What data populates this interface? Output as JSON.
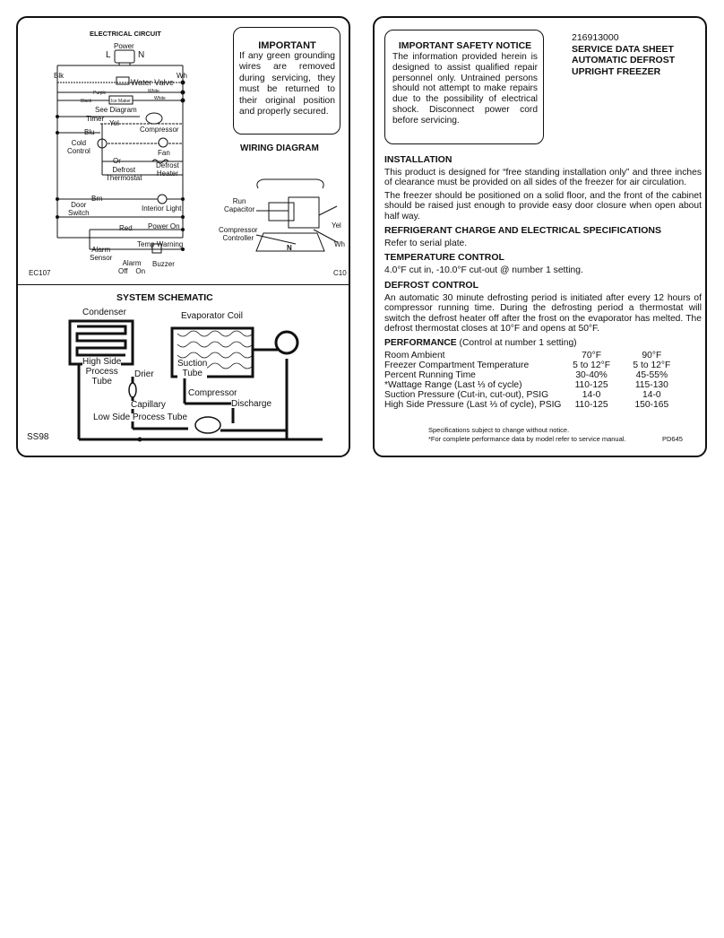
{
  "left": {
    "circuit": {
      "title": "ELECTRICAL CIRCUIT",
      "power": "Power",
      "l": "L",
      "n": "N",
      "blk": "Blk",
      "wh": "Wh",
      "water_valve": "Water Valve",
      "purple": "Purple",
      "black": "Black",
      "white": "White",
      "white2": "White",
      "ice_maker": "Ice Maker",
      "see_diagram": "See Diagram",
      "timer": "Timer",
      "yel": "Yel",
      "blu": "Blu",
      "compressor": "Compressor",
      "cold_control": "Cold\nControl",
      "fan": "Fan",
      "or": "Or",
      "defrost_thermostat": "Defrost\nThermostat",
      "defrost_heater": "Defrost\nHeater",
      "brn": "Brn",
      "door_switch": "Door\nSwitch",
      "interior_light": "Interior Light",
      "power_on": "Power On",
      "red": "Red",
      "temp_warning": "Temp Warning",
      "alarm_sensor": "Alarm\nSensor",
      "alarm_off_on": "Alarm\nOff    On",
      "buzzer": "Buzzer",
      "code_left": "EC107",
      "code_right": "C10"
    },
    "important": {
      "title": "IMPORTANT",
      "body": "If any green grounding wires are removed during servicing, they must be returned to their original position and properly secured."
    },
    "wiring": {
      "title": "WIRING DIAGRAM",
      "run_capacitor": "Run\nCapacitor",
      "compressor_controller": "Compressor\nController",
      "yel": "Yel",
      "wh": "Wh",
      "n": "N"
    },
    "schematic": {
      "title": "SYSTEM SCHEMATIC",
      "condenser": "Condenser",
      "evaporator_coil": "Evaporator Coil",
      "high_side_process_tube": "High Side\nProcess\nTube",
      "drier": "Drier",
      "suction_tube": "Suction\nTube",
      "compressor": "Compressor",
      "capillary": "Capillary",
      "discharge": "Discharge",
      "low_side_process_tube": "Low Side Process Tube",
      "code": "SS98"
    }
  },
  "right": {
    "safety": {
      "title": "IMPORTANT SAFETY NOTICE",
      "body": "The information provided herein is designed to assist qualified repair personnel only. Untrained persons should not attempt to make repairs due to the possibility of electrical shock. Disconnect power cord before servicing."
    },
    "header": {
      "part_number": "216913000",
      "line1": "SERVICE DATA SHEET",
      "line2": "AUTOMATIC DEFROST",
      "line3": "UPRIGHT FREEZER"
    },
    "installation": {
      "title": "INSTALLATION",
      "p1": "This product is designed for “free standing installation only” and three inches of clearance must be provided on all sides of the freezer for air circulation.",
      "p2": "The freezer should be positioned on a solid floor, and the front of the cabinet should be raised just enough to provide easy door closure when open about half way."
    },
    "refrigerant": {
      "title": "REFRIGERANT CHARGE AND ELECTRICAL SPECIFICATIONS",
      "body": "Refer to serial plate."
    },
    "temperature": {
      "title": "TEMPERATURE CONTROL",
      "body": "4.0°F cut in, -10.0°F cut-out @ number 1 setting."
    },
    "defrost": {
      "title": "DEFROST CONTROL",
      "body": "An automatic 30 minute defrosting period is initiated after every 12 hours of compressor running time. During the defrosting period a thermostat will switch the defrost heater off after the frost on the evaporator has melted. The defrost thermostat closes at 10°F and opens at 50°F."
    },
    "performance": {
      "title": "PERFORMANCE",
      "subtitle": "(Control at number 1 setting)",
      "rows": [
        {
          "label": "Room Ambient",
          "v70": "70°F",
          "v90": "90°F"
        },
        {
          "label": "Freezer Compartment Temperature",
          "v70": "5 to 12°F",
          "v90": "5 to 12°F"
        },
        {
          "label": "Percent Running Time",
          "v70": "30-40%",
          "v90": "45-55%"
        },
        {
          "label": "*Wattage Range (Last ⅓ of cycle)",
          "v70": "110-125",
          "v90": "115-130"
        },
        {
          "label": "Suction Pressure (Cut-in, cut-out), PSIG",
          "v70": "14-0",
          "v90": "14-0"
        },
        {
          "label": "High Side Pressure (Last ⅓ of cycle), PSIG",
          "v70": "110-125",
          "v90": "150-165"
        }
      ]
    },
    "footer": {
      "note1": "Specifications subject to change without notice.",
      "note2": "*For complete performance data by model refer to service manual.",
      "code": "PD645"
    }
  }
}
